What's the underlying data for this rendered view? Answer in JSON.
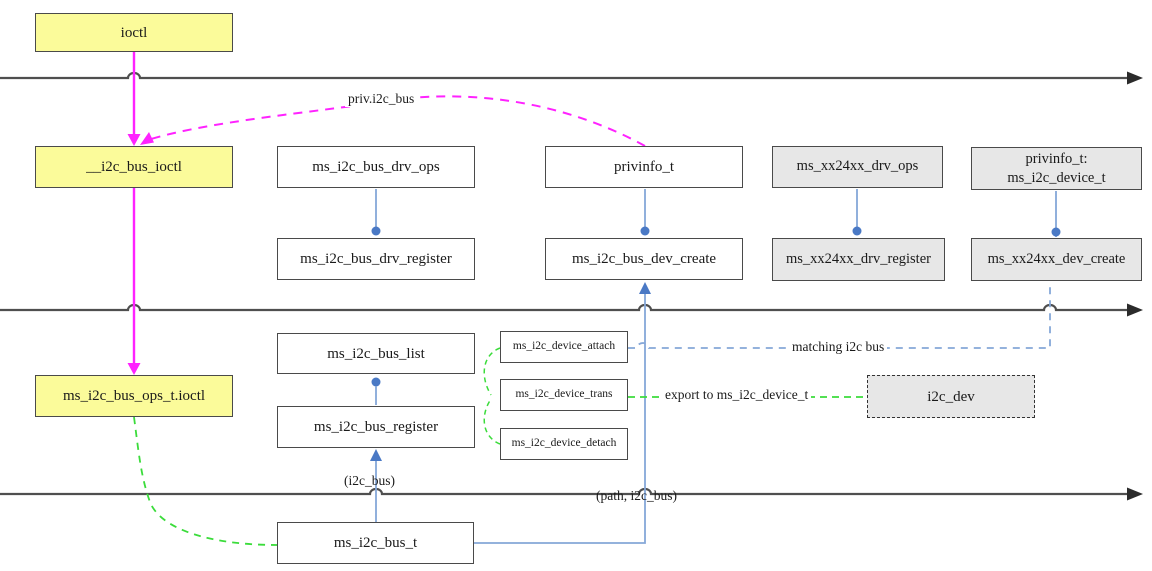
{
  "diagram": {
    "kind": "i2c bus driver call-flow diagram",
    "colors": {
      "function_box_fill": "#fbfb9a",
      "struct_box_fill": "#ffffff",
      "driver_box_fill": "#e7e7e7",
      "box_border": "#4a4a4a",
      "timeline": "#4f4f4f",
      "flow_magenta": "#ff22ff",
      "link_blue": "#85a7d8",
      "link_blue_strong": "#4a79c5",
      "link_green": "#3bdc3b"
    }
  },
  "nodes": {
    "ioctl": {
      "label": "ioctl"
    },
    "i2c_bus_ioctl": {
      "label": "__i2c_bus_ioctl"
    },
    "ms_i2c_bus_ops_t_ioctl": {
      "label": "ms_i2c_bus_ops_t.ioctl"
    },
    "ms_i2c_bus_drv_ops": {
      "label": "ms_i2c_bus_drv_ops"
    },
    "privinfo_t": {
      "label": "privinfo_t"
    },
    "ms_xx24xx_drv_ops": {
      "label": "ms_xx24xx_drv_ops"
    },
    "privinfo_device": {
      "line1": "privinfo_t:",
      "line2": "ms_i2c_device_t"
    },
    "ms_i2c_bus_drv_register": {
      "label": "ms_i2c_bus_drv_register"
    },
    "ms_i2c_bus_dev_create": {
      "label": "ms_i2c_bus_dev_create"
    },
    "ms_xx24xx_drv_register": {
      "label": "ms_xx24xx_drv_register"
    },
    "ms_xx24xx_dev_create": {
      "label": "ms_xx24xx_dev_create"
    },
    "ms_i2c_bus_list": {
      "label": "ms_i2c_bus_list"
    },
    "ms_i2c_bus_register": {
      "label": "ms_i2c_bus_register"
    },
    "ms_i2c_device_attach": {
      "label": "ms_i2c_device_attach"
    },
    "ms_i2c_device_trans": {
      "label": "ms_i2c_device_trans"
    },
    "ms_i2c_device_detach": {
      "label": "ms_i2c_device_detach"
    },
    "ms_i2c_bus_t": {
      "label": "ms_i2c_bus_t"
    },
    "i2c_dev": {
      "label": "i2c_dev"
    }
  },
  "edge_labels": {
    "priv_i2c_bus": "priv.i2c_bus",
    "i2c_bus_arg": "(i2c_bus)",
    "path_i2c_bus_arg": "(path, i2c_bus)",
    "matching_i2c_bus": "matching i2c bus",
    "export_to_device": "export to ms_i2c_device_t"
  }
}
